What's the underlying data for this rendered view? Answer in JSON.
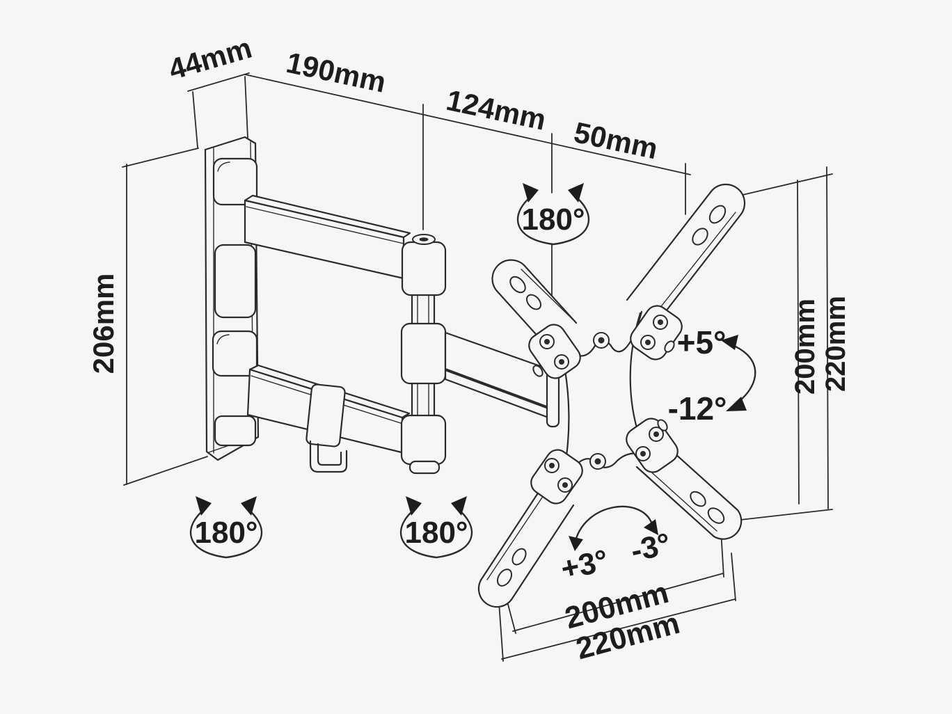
{
  "page": {
    "background": "#f6f6f6",
    "ink": "#2b2b2b",
    "text_color": "#1d1d1d",
    "subject": "Dimensioned line drawing of an articulating full-motion TV wall mount bracket"
  },
  "labels": {
    "top_dims": {
      "wall_depth": "44mm",
      "first_arm": "190mm",
      "second_arm": "124mm",
      "head_offset": "50mm"
    },
    "left_dims": {
      "plate_height": "206mm"
    },
    "right_dims": {
      "vesa_height": "200mm",
      "outer_height": "220mm"
    },
    "bottom_dims": {
      "vesa_width": "200mm",
      "outer_width": "220mm"
    },
    "swivel": {
      "top": "180°",
      "wall": "180°",
      "mid": "180°"
    },
    "tilt": {
      "up": "+5°",
      "down": "-12°"
    },
    "level": {
      "clockwise": "+3°",
      "counterclockwise": "-3°"
    }
  }
}
